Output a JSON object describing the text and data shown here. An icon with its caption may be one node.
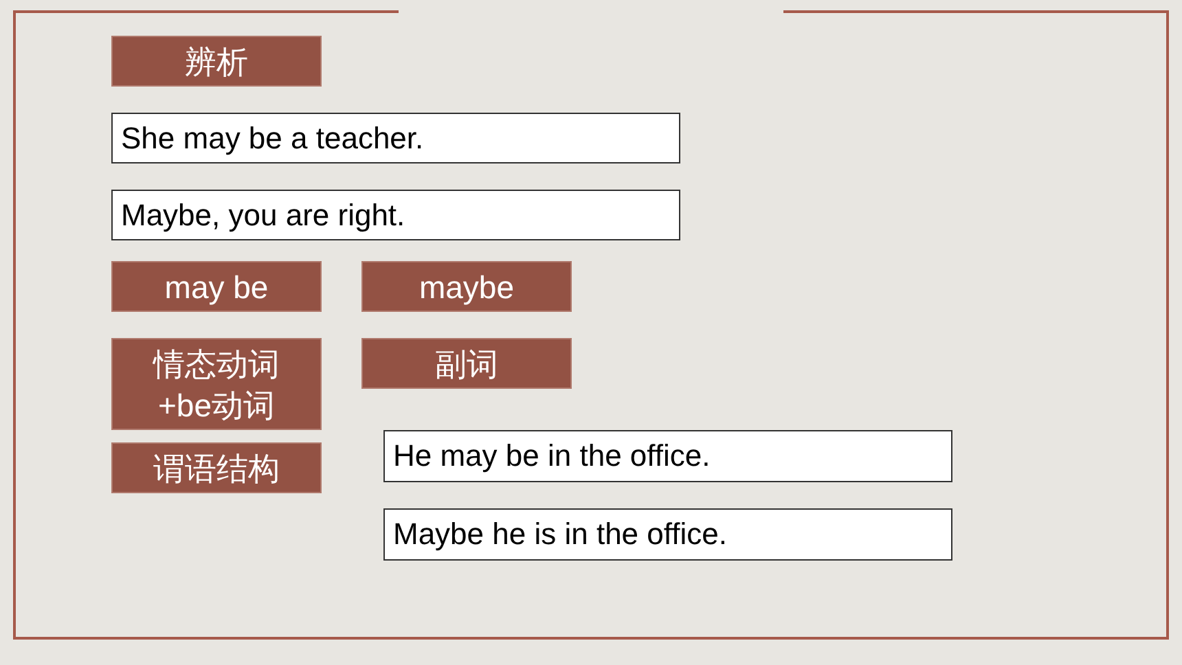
{
  "diagram": {
    "nodes": [
      {
        "text": [
          "辨析"
        ]
      },
      {
        "text": [
          "She may be a teacher."
        ]
      },
      {
        "text": [
          "Maybe, you are right."
        ]
      },
      {
        "text": [
          "may be"
        ]
      },
      {
        "text": [
          "maybe"
        ]
      },
      {
        "text": [
          "情态动词+be动词"
        ]
      },
      {
        "text": [
          "副词"
        ]
      },
      {
        "text": [
          "谓语结构"
        ]
      },
      {
        "text": [
          "He may be in the office."
        ]
      },
      {
        "text": [
          "Maybe he is in the office."
        ]
      }
    ]
  }
}
